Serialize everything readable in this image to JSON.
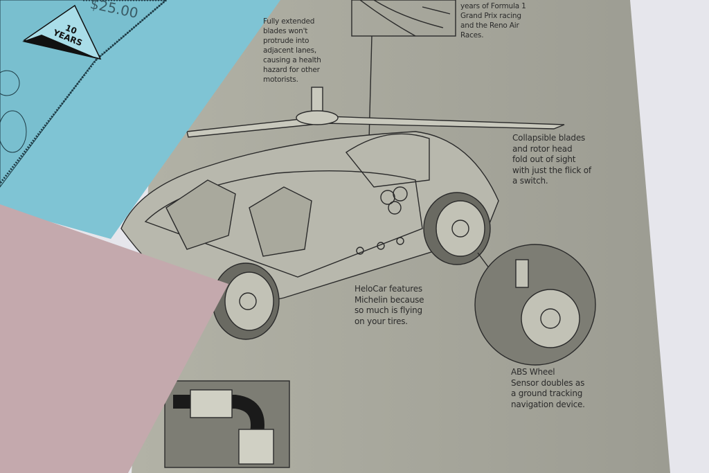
{
  "certificate": {
    "price": "$25.00",
    "badge": "10\nYEARS"
  },
  "brochure": {
    "captions": {
      "blades_extended": "Fully extended\nblades won't\nprotrude into\nadjacent lanes,\ncausing a health\nhazard for other\nmotorists.",
      "racing": "years of Formula 1\nGrand Prix racing\nand the Reno Air\nRaces.",
      "collapsible": "Collapsible blades\nand rotor head\nfold out of sight\nwith just the flick of\na switch.",
      "michelin": "HeloCar features\nMichelin because\nso much is flying\non your tires.",
      "abs": "ABS Wheel\nSensor doubles as\na ground tracking\nnavigation device."
    }
  },
  "colors": {
    "background": "#e6e6ec",
    "brochure": "#a8a89c",
    "blue_paper": "#7fc4d4",
    "pink_paper": "#c4a9ad"
  }
}
